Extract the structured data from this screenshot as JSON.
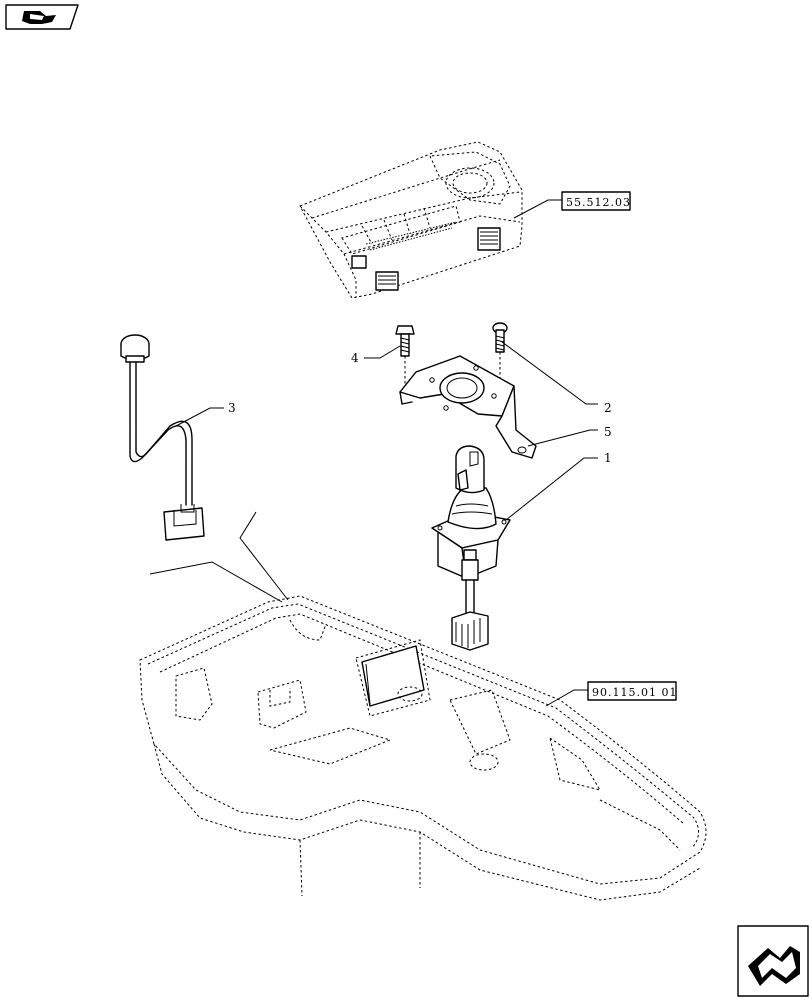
{
  "callouts": {
    "item1": "1",
    "item2": "2",
    "item3": "3",
    "item4": "4",
    "item5": "5"
  },
  "references": {
    "top_panel": "55.512.03",
    "console": "90.115.01 01"
  },
  "icons": {
    "top_left": "book-flag-icon",
    "bottom_right": "next-page-arrow-icon"
  }
}
